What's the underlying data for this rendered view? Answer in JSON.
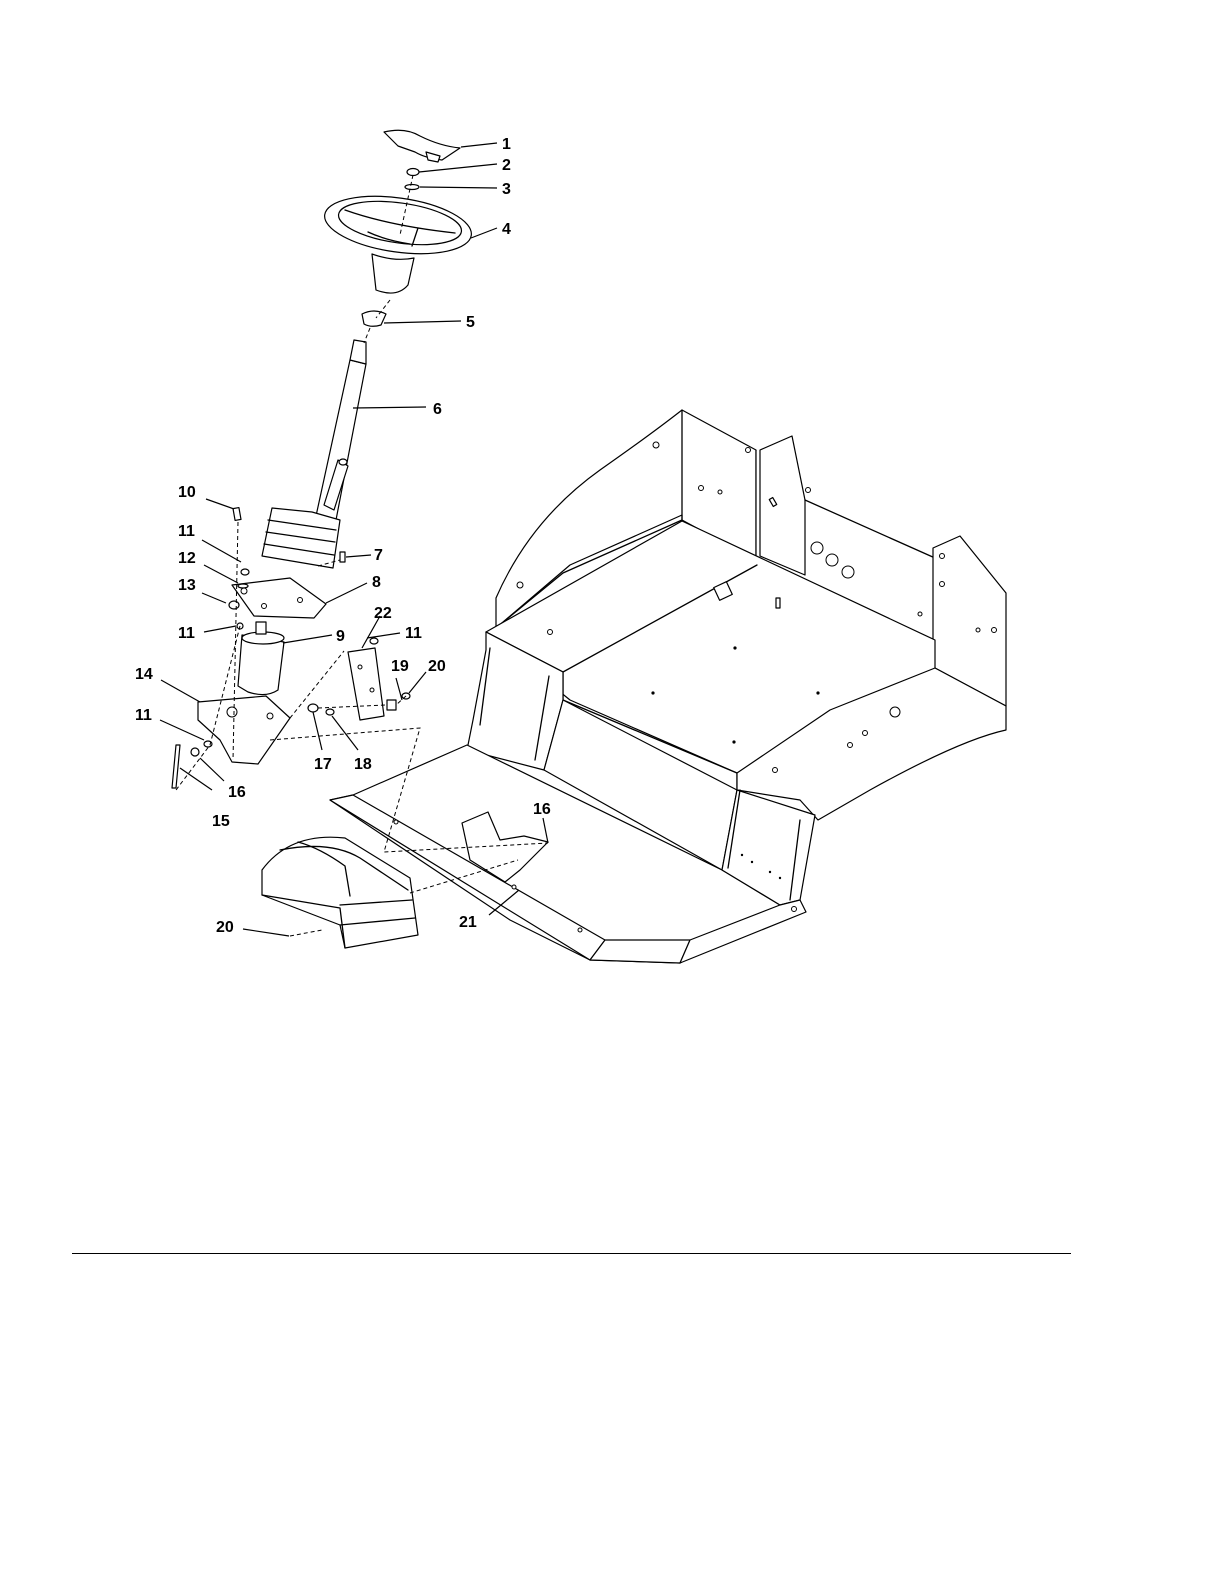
{
  "callouts": [
    {
      "id": "c1",
      "label": "1"
    },
    {
      "id": "c2",
      "label": "2"
    },
    {
      "id": "c3",
      "label": "3"
    },
    {
      "id": "c4",
      "label": "4"
    },
    {
      "id": "c5",
      "label": "5"
    },
    {
      "id": "c6",
      "label": "6"
    },
    {
      "id": "c7",
      "label": "7"
    },
    {
      "id": "c8",
      "label": "8"
    },
    {
      "id": "c9",
      "label": "9"
    },
    {
      "id": "c10",
      "label": "10"
    },
    {
      "id": "c11a",
      "label": "11"
    },
    {
      "id": "c11b",
      "label": "11"
    },
    {
      "id": "c11c",
      "label": "11"
    },
    {
      "id": "c11d",
      "label": "11"
    },
    {
      "id": "c12",
      "label": "12"
    },
    {
      "id": "c13",
      "label": "13"
    },
    {
      "id": "c14",
      "label": "14"
    },
    {
      "id": "c15",
      "label": "15"
    },
    {
      "id": "c16a",
      "label": "16"
    },
    {
      "id": "c16b",
      "label": "16"
    },
    {
      "id": "c17",
      "label": "17"
    },
    {
      "id": "c18",
      "label": "18"
    },
    {
      "id": "c19",
      "label": "19"
    },
    {
      "id": "c20a",
      "label": "20"
    },
    {
      "id": "c20b",
      "label": "20"
    },
    {
      "id": "c21",
      "label": "21"
    },
    {
      "id": "c22",
      "label": "22"
    }
  ]
}
